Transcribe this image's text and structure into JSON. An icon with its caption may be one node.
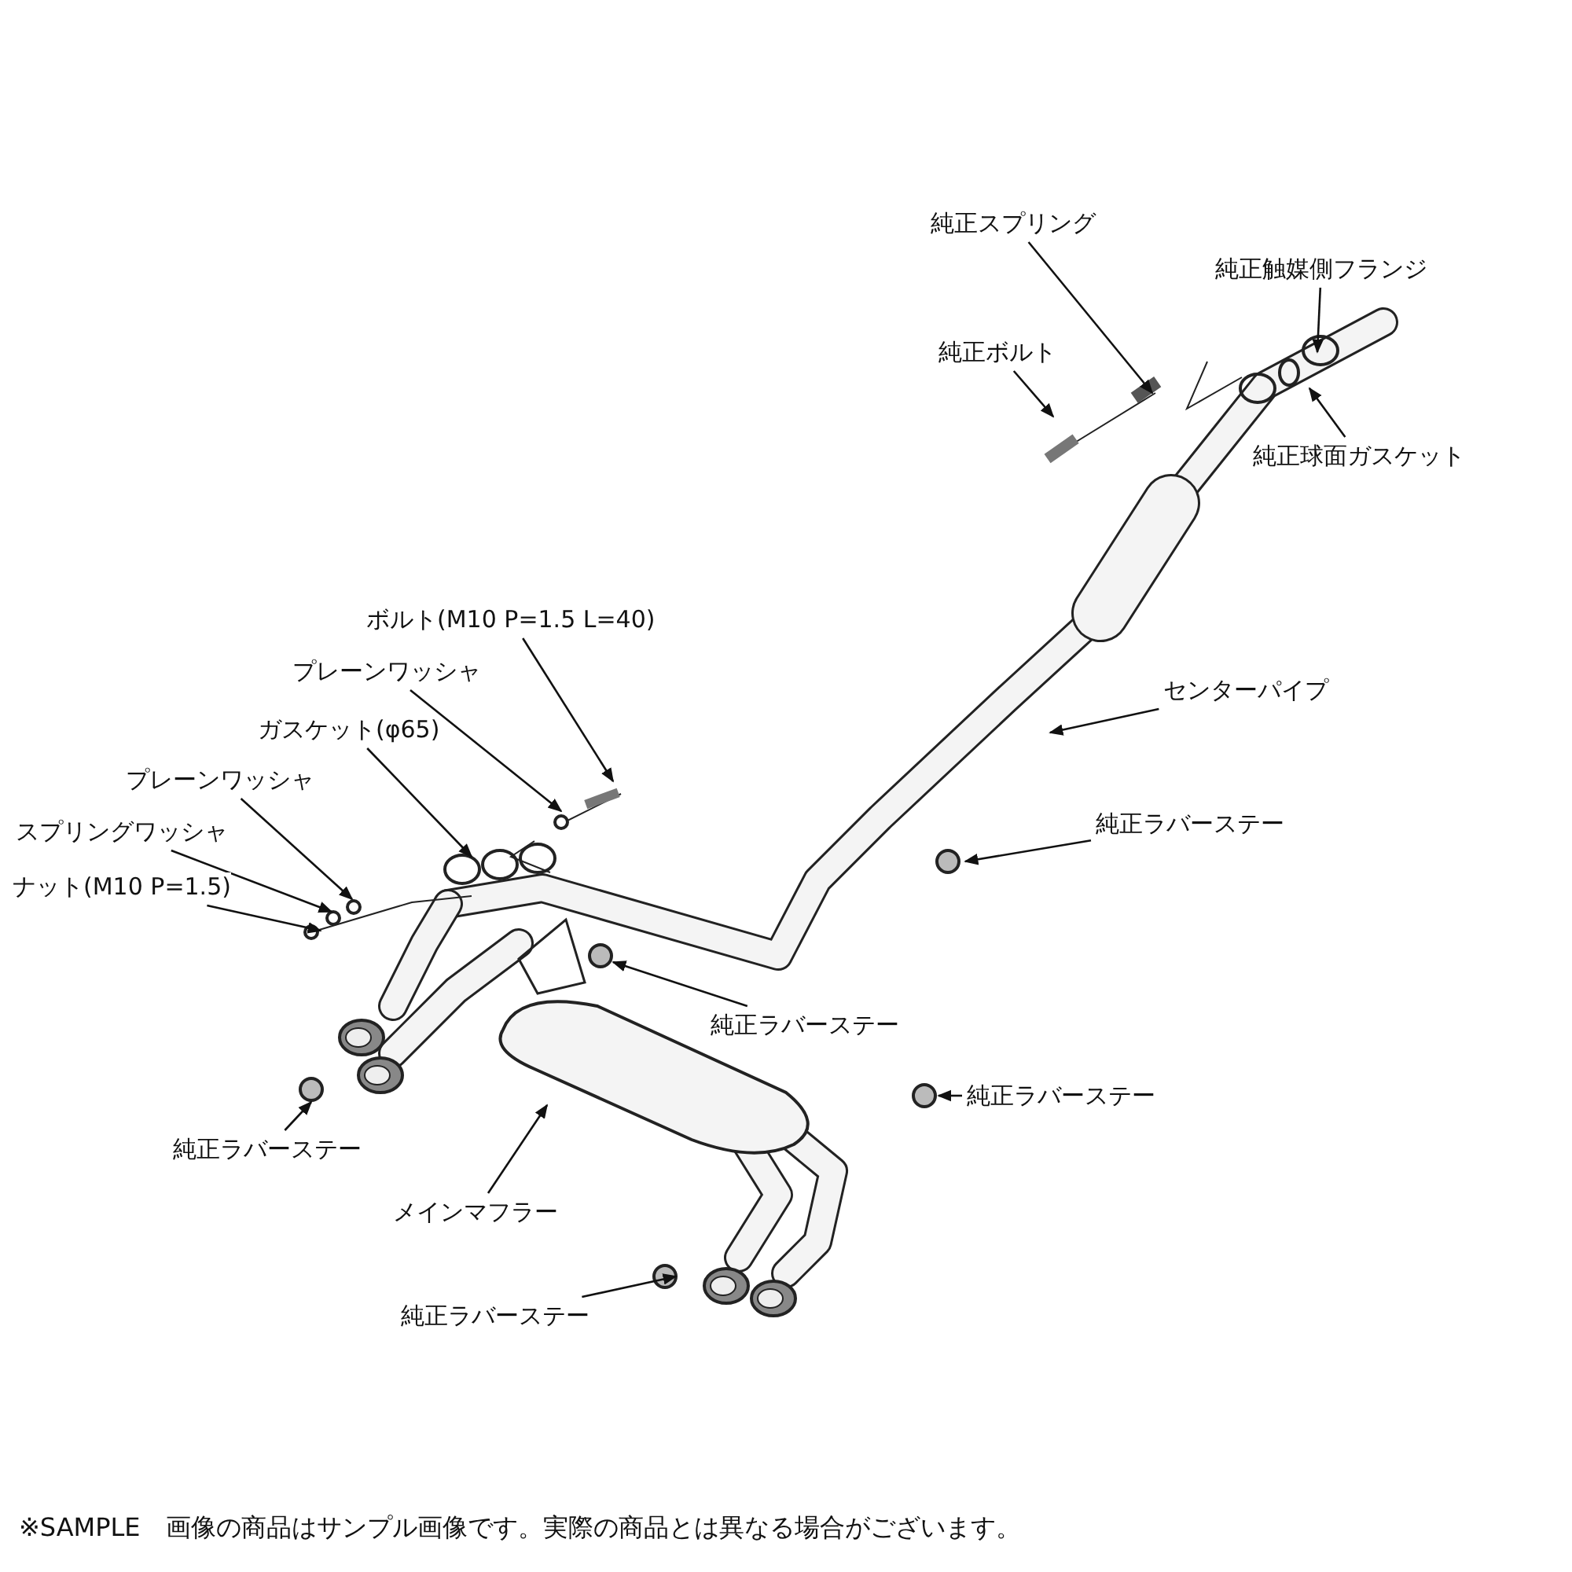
{
  "diagram": {
    "caption": "※SAMPLE　画像の商品はサンプル画像です。実際の商品とは異なる場合がございます。",
    "nodes": [
      {
        "text": [
          "純正スプリング"
        ]
      },
      {
        "text": [
          "純正触媒側フランジ"
        ]
      },
      {
        "text": [
          "純正ボルト"
        ]
      },
      {
        "text": [
          "純正球面ガスケット"
        ]
      },
      {
        "text": [
          "ボルト(M10 P=1.5 L=40)"
        ]
      },
      {
        "text": [
          "プレーンワッシャ"
        ]
      },
      {
        "text": [
          "センターパイプ"
        ]
      },
      {
        "text": [
          "ガスケット(φ65)"
        ]
      },
      {
        "text": [
          "プレーンワッシャ"
        ]
      },
      {
        "text": [
          "純正ラバーステー"
        ]
      },
      {
        "text": [
          "スプリングワッシャ"
        ]
      },
      {
        "text": [
          "ナット(M10 P=1.5)"
        ]
      },
      {
        "text": [
          "純正ラバーステー"
        ]
      },
      {
        "text": [
          "純正ラバーステー"
        ]
      },
      {
        "text": [
          "純正ラバーステー"
        ]
      },
      {
        "text": [
          "メインマフラー"
        ]
      },
      {
        "text": [
          "純正ラバーステー"
        ]
      }
    ],
    "edges": [
      {
        "from": 0,
        "to": null,
        "arrow": "to"
      },
      {
        "from": 1,
        "to": null,
        "arrow": "to"
      },
      {
        "from": 2,
        "to": null,
        "arrow": "to"
      },
      {
        "from": 3,
        "to": null,
        "arrow": "to"
      },
      {
        "from": 4,
        "to": null,
        "arrow": "to"
      },
      {
        "from": 5,
        "to": null,
        "arrow": "to"
      },
      {
        "from": 6,
        "to": null,
        "arrow": "to"
      },
      {
        "from": 7,
        "to": null,
        "arrow": "to"
      },
      {
        "from": 8,
        "to": null,
        "arrow": "to"
      },
      {
        "from": 9,
        "to": null,
        "arrow": "to"
      },
      {
        "from": 10,
        "to": null,
        "arrow": "to"
      },
      {
        "from": 11,
        "to": null,
        "arrow": "to"
      },
      {
        "from": 12,
        "to": null,
        "arrow": "to"
      },
      {
        "from": 13,
        "to": null,
        "arrow": "to"
      },
      {
        "from": 14,
        "to": null,
        "arrow": "to"
      },
      {
        "from": 15,
        "to": null,
        "arrow": "to"
      },
      {
        "from": 16,
        "to": null,
        "arrow": "to"
      }
    ]
  }
}
